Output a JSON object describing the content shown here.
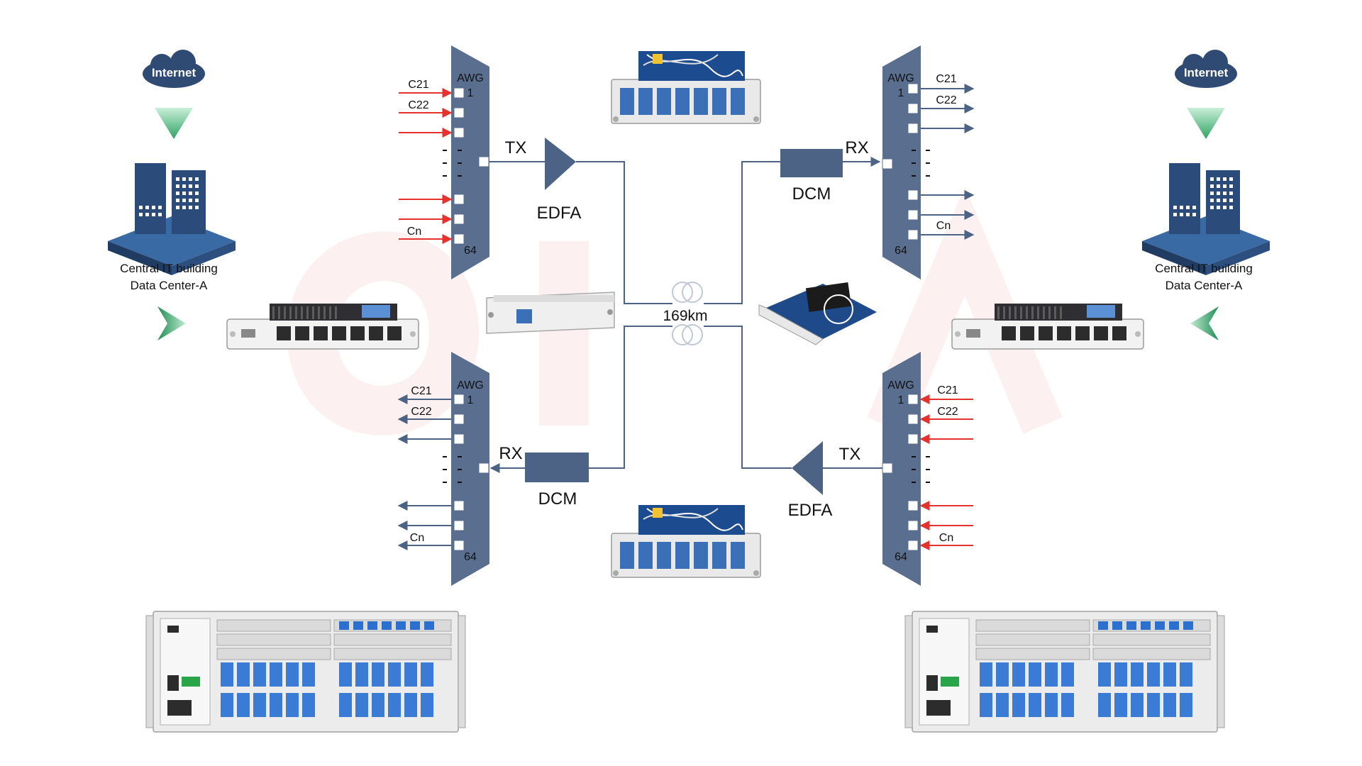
{
  "colors": {
    "awg_fill": "#5a6f8f",
    "link_line": "#4c6386",
    "tx_arrow": "#e5322d",
    "rx_arrow": "#4c6386",
    "internet_cloud": "#2f4a73",
    "building": "#2b4c7a",
    "green_arrow": "#3aa86b",
    "watermark": "#fbe4e4"
  },
  "left": {
    "internet": "Internet",
    "building_line1": "Central IT building",
    "building_line2": "Data Center-A"
  },
  "right": {
    "internet": "Internet",
    "building_line1": "Central IT building",
    "building_line2": "Data Center-A"
  },
  "awg_tl": {
    "name": "AWG",
    "first_port": "1",
    "last_port": "64",
    "ch_first": "C21",
    "ch_second": "C22",
    "ch_last": "Cn"
  },
  "awg_tr": {
    "name": "AWG",
    "first_port": "1",
    "last_port": "64",
    "ch_first": "C21",
    "ch_second": "C22",
    "ch_last": "Cn"
  },
  "awg_bl": {
    "name": "AWG",
    "first_port": "1",
    "last_port": "64",
    "ch_first": "C21",
    "ch_second": "C22",
    "ch_last": "Cn"
  },
  "awg_br": {
    "name": "AWG",
    "first_port": "1",
    "last_port": "64",
    "ch_first": "C21",
    "ch_second": "C22",
    "ch_last": "Cn"
  },
  "link": {
    "tx_top": "TX",
    "edfa_top": "EDFA",
    "rx_top": "RX",
    "dcm_top": "DCM",
    "rx_bottom": "RX",
    "dcm_bottom": "DCM",
    "tx_bottom": "TX",
    "edfa_bottom": "EDFA",
    "fiber_distance": "169km"
  },
  "icons": {
    "cloud": "cloud-icon",
    "building": "building-icon",
    "transceiver_card": "transponder-card-icon",
    "mux_module": "mux-module-icon",
    "dcm_module": "dcm-module-icon",
    "edfa_card": "edfa-card-icon",
    "chassis": "chassis-rack-icon",
    "fiber_spool": "fiber-spool-icon"
  }
}
